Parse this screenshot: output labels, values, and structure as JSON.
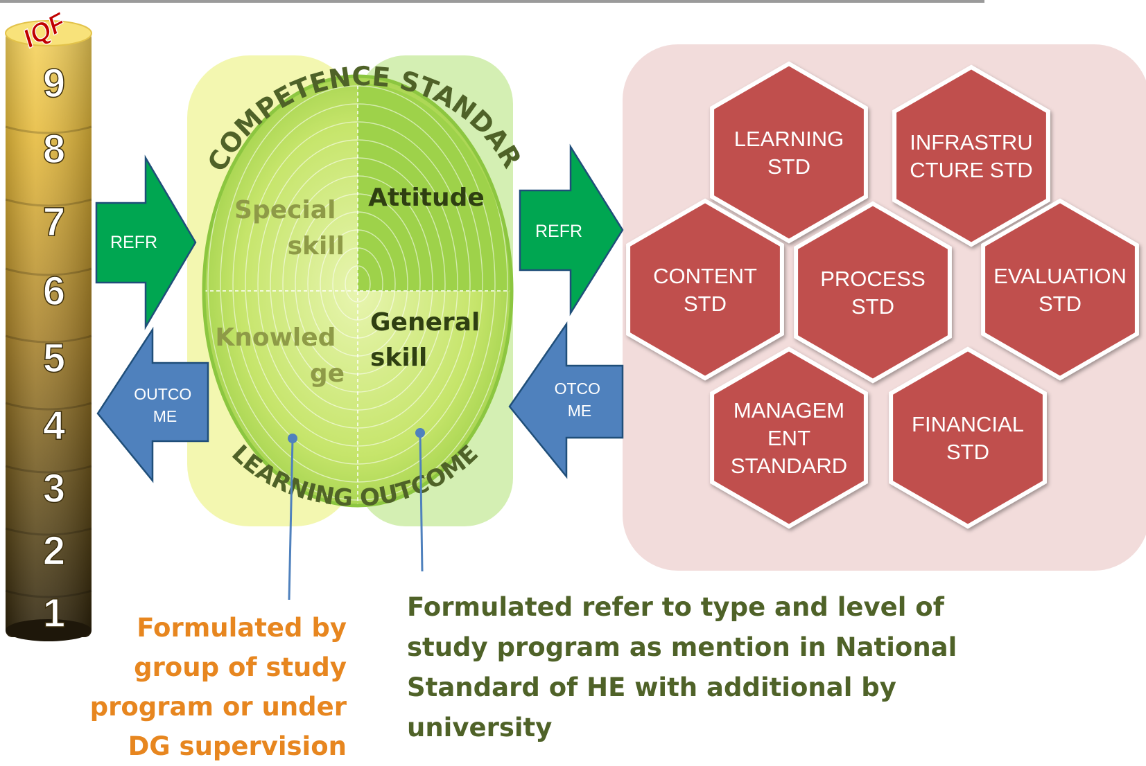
{
  "iqf": {
    "title": "IQF",
    "levels": [
      "9",
      "8",
      "7",
      "6",
      "5",
      "4",
      "3",
      "2",
      "1"
    ]
  },
  "arrows": {
    "refer_left": "REFR",
    "outcome_left": [
      "OUTCO",
      "ME"
    ],
    "refer_right": "REFR",
    "outcome_right": [
      "OTCO",
      "ME"
    ]
  },
  "ellipse": {
    "arc_top": "COMPETENCE STANDAR",
    "arc_bottom": "LEARNING OUTCOME",
    "special_skill": [
      "Special",
      "skill"
    ],
    "attitude": "Attitude",
    "knowledge": [
      "Knowled",
      "ge"
    ],
    "general_skill": [
      "General",
      "skill"
    ]
  },
  "standards": [
    [
      "LEARNING",
      "STD"
    ],
    [
      "INFRASTRU",
      "CTURE STD"
    ],
    [
      "CONTENT",
      "STD"
    ],
    [
      "PROCESS",
      "STD"
    ],
    [
      "EVALUATION",
      "STD"
    ],
    [
      "MANAGEM",
      "ENT",
      "STANDARD"
    ],
    [
      "FINANCIAL",
      "STD"
    ]
  ],
  "notes": {
    "left": [
      "Formulated by",
      "group of study",
      "program or under",
      "DG supervision"
    ],
    "right": [
      "Formulated refer to type and level of",
      "study program as mention in National",
      "Standard of HE with additional by",
      "university"
    ]
  },
  "colors": {
    "hexagon": "#C0504D",
    "panel": "#F2DCDB",
    "refer_arrow": "#00A651",
    "outcome_arrow": "#4F81BD",
    "ring_green": "#92D050",
    "arc_text": "#4F6228",
    "note_left": "#E7861F",
    "note_right": "#4F6228"
  }
}
